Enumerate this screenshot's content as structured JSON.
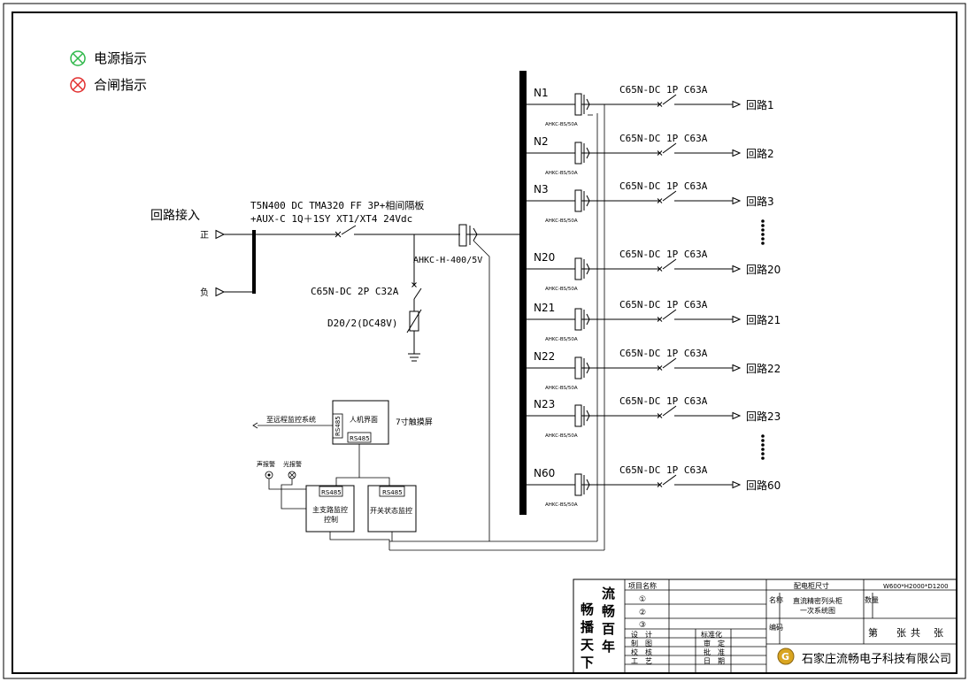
{
  "legend": [
    {
      "label": "电源指示",
      "color": "#2fb84a",
      "icon": "circle-x-icon"
    },
    {
      "label": "合闸指示",
      "color": "#e23030",
      "icon": "circle-x-icon"
    }
  ],
  "input": {
    "title": "回路接入",
    "positive": "正",
    "negative": "负",
    "main_breaker_line1": "T5N400 DC TMA320 FF 3P+相间隔板",
    "main_breaker_line2": "+AUX-C 1Q＋1SY XT1/XT4 24Vdc",
    "sensor": "AHKC-H-400/5V",
    "spd_breaker": "C65N-DC 2P C32A",
    "spd": "D20/2(DC48V)"
  },
  "feeders": [
    {
      "node": "N1",
      "ct": "AHKC-BS/50A",
      "breaker": "C65N-DC 1P C63A",
      "out": "回路1"
    },
    {
      "node": "N2",
      "ct": "AHKC-BS/50A",
      "breaker": "C65N-DC 1P C63A",
      "out": "回路2"
    },
    {
      "node": "N3",
      "ct": "AHKC-BS/50A",
      "breaker": "C65N-DC 1P C63A",
      "out": "回路3"
    },
    {
      "node": "N20",
      "ct": "AHKC-BS/50A",
      "breaker": "C65N-DC 1P C63A",
      "out": "回路20"
    },
    {
      "node": "N21",
      "ct": "AHKC-BS/50A",
      "breaker": "C65N-DC 1P C63A",
      "out": "回路21"
    },
    {
      "node": "N22",
      "ct": "AHKC-BS/50A",
      "breaker": "C65N-DC 1P C63A",
      "out": "回路22"
    },
    {
      "node": "N23",
      "ct": "AHKC-BS/50A",
      "breaker": "C65N-DC 1P C63A",
      "out": "回路23"
    },
    {
      "node": "N60",
      "ct": "AHKC-BS/50A",
      "breaker": "C65N-DC 1P C63A",
      "out": "回路60"
    }
  ],
  "monitor": {
    "remote": "至远程监控系统",
    "hmi": "人机界面",
    "hmi_port_side": "RS485",
    "hmi_port_bottom": "RS485",
    "touchscreen": "7寸触摸屏",
    "sound_alarm": "声报警",
    "light_alarm": "光报警",
    "main_ctrl_port": "RS485",
    "main_ctrl_line1": "主支路监控",
    "main_ctrl_line2": "控制",
    "switch_port": "RS485",
    "switch_mon": "开关状态监控"
  },
  "title_block": {
    "calligraphy": [
      "流",
      "畅",
      "百",
      "年",
      "畅",
      "播",
      "天",
      "下"
    ],
    "project_name_label": "项目名称",
    "items": [
      "①",
      "②",
      "③"
    ],
    "cabinet_size_label": "配电柜尺寸",
    "cabinet_size": "W600*H2000*D1200",
    "name_label": "名称",
    "name_line1": "直流精密列头柜",
    "name_line2": "一次系统图",
    "qty_label": "数量",
    "code_label": "编码",
    "sheet_first": "第",
    "sheet_zhang1": "张",
    "sheet_total": "共",
    "sheet_zhang2": "张",
    "design": "设　计",
    "draw": "制　图",
    "check": "校　核",
    "craft": "工　艺",
    "standard": "标准化",
    "review": "审　定",
    "approve": "批　准",
    "date": "日　期",
    "company": "石家庄流畅电子科技有限公司",
    "logo_letter": "G"
  }
}
